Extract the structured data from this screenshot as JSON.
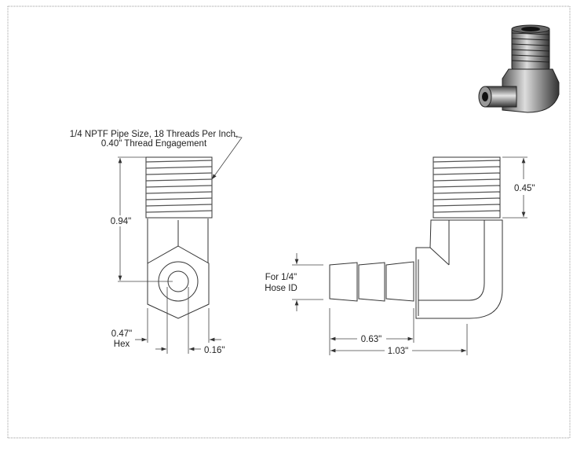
{
  "callout": {
    "line1": "1/4 NPTF Pipe Size, 18 Threads Per Inch,",
    "line2": "0.40\" Thread Engagement"
  },
  "front_view": {
    "overall_height": "0.94\"",
    "hex_size_value": "0.47\"",
    "hex_size_label": "Hex",
    "bore": "0.16\""
  },
  "side_view": {
    "thread_length": "0.45\"",
    "hose_line1": "For 1/4\"",
    "hose_line2": "Hose ID",
    "barb_length": "0.63\"",
    "overall_length": "1.03\""
  }
}
